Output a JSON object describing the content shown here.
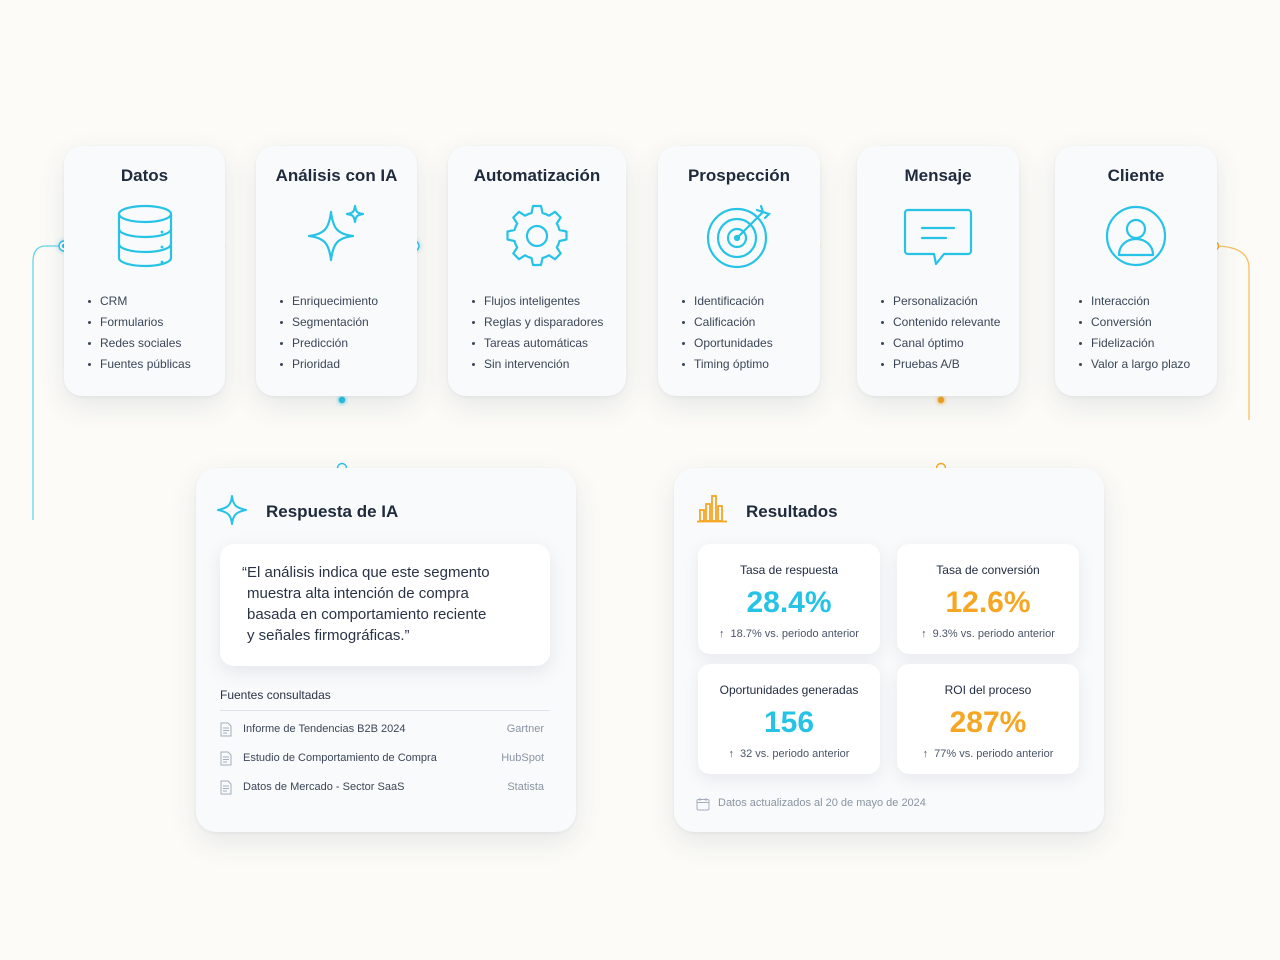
{
  "colors": {
    "blue": "#27c3e6",
    "orange": "#f5a623",
    "text_dark": "#1f2a3d",
    "text_muted": "#8a94a3"
  },
  "stages": [
    {
      "title": "Datos",
      "icon": "database-icon",
      "items": [
        "CRM",
        "Formularios",
        "Redes sociales",
        "Fuentes públicas"
      ]
    },
    {
      "title": "Análisis con IA",
      "icon": "sparkle-icon",
      "items": [
        "Enriquecimiento",
        "Segmentación",
        "Predicción",
        "Prioridad"
      ]
    },
    {
      "title": "Automatización",
      "icon": "gear-icon",
      "items": [
        "Flujos inteligentes",
        "Reglas y disparadores",
        "Tareas automáticas",
        "Sin intervención"
      ]
    },
    {
      "title": "Prospección",
      "icon": "target-icon",
      "items": [
        "Identificación",
        "Calificación",
        "Oportunidades",
        "Timing óptimo"
      ]
    },
    {
      "title": "Mensaje",
      "icon": "message-icon",
      "items": [
        "Personalización",
        "Contenido relevante",
        "Canal óptimo",
        "Pruebas A/B"
      ]
    },
    {
      "title": "Cliente",
      "icon": "user-icon",
      "items": [
        "Interacción",
        "Conversión",
        "Fidelización",
        "Valor a largo plazo"
      ]
    }
  ],
  "ai_panel": {
    "title": "Respuesta de IA",
    "quote_lines": [
      "“El análisis indica que este segmento",
      "muestra alta intención de compra",
      "basada en comportamiento reciente",
      "y señales firmográficas.”"
    ],
    "sources_title": "Fuentes consultadas",
    "sources": [
      {
        "name": "Informe de Tendencias B2B 2024",
        "provider": "Gartner"
      },
      {
        "name": "Estudio de Comportamiento de Compra",
        "provider": "HubSpot"
      },
      {
        "name": "Datos de Mercado - Sector SaaS",
        "provider": "Statista"
      }
    ]
  },
  "results_panel": {
    "title": "Resultados",
    "metrics": [
      {
        "label": "Tasa de respuesta",
        "value": "28.4%",
        "delta": "18.7% vs. periodo anterior",
        "color": "#27c3e6"
      },
      {
        "label": "Tasa de conversión",
        "value": "12.6%",
        "delta": "9.3% vs. periodo anterior",
        "color": "#f5a623"
      },
      {
        "label": "Oportunidades generadas",
        "value": "156",
        "delta": "32 vs. periodo anterior",
        "color": "#27c3e6"
      },
      {
        "label": "ROI del proceso",
        "value": "287%",
        "delta": "77% vs. periodo anterior",
        "color": "#f5a623"
      }
    ],
    "updated": "Datos actualizados al 20 de mayo de 2024"
  }
}
